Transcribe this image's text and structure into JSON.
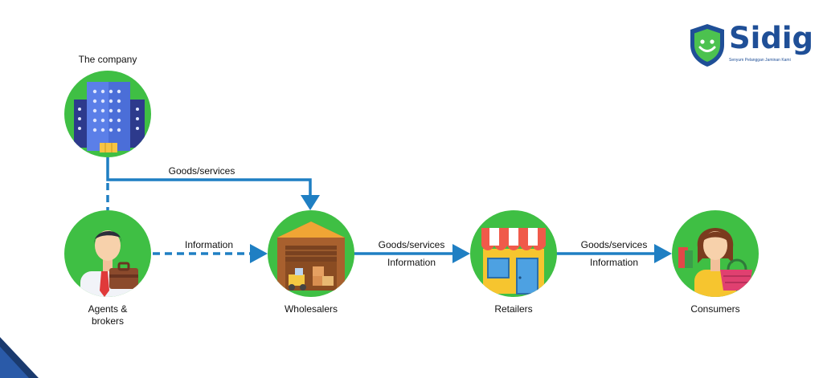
{
  "logo": {
    "name": "Sidig",
    "tagline": "Senyum Pelanggan Jaminan Kami"
  },
  "nodes": {
    "company": {
      "label": "The company",
      "icon": "office-building-icon"
    },
    "agents": {
      "label_line1": "Agents &",
      "label_line2": "brokers",
      "icon": "businessman-icon"
    },
    "wholesalers": {
      "label": "Wholesalers",
      "icon": "warehouse-icon"
    },
    "retailers": {
      "label": "Retailers",
      "icon": "shop-icon"
    },
    "consumers": {
      "label": "Consumers",
      "icon": "shopper-icon"
    }
  },
  "edges": {
    "company_to_wholesalers": "Goods/services",
    "agents_to_wholesalers": "Information",
    "wholesalers_to_retailers_top": "Goods/services",
    "wholesalers_to_retailers_bottom": "Information",
    "retailers_to_consumers_top": "Goods/services",
    "retailers_to_consumers_bottom": "Information"
  },
  "colors": {
    "node_green": "#3fbf44",
    "arrow_blue": "#1f7fc3",
    "brand_blue": "#1f4f97"
  }
}
